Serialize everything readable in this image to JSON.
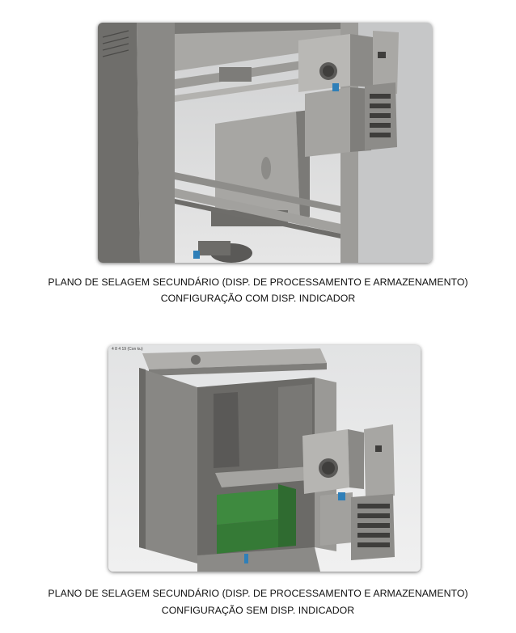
{
  "figures": [
    {
      "caption_line1": "PLANO DE SELAGEM SECUNDÁRIO (DISP. DE PROCESSAMENTO E ARMAZENAMENTO)",
      "caption_line2": "CONFIGURAÇÃO COM DISP. INDICADOR"
    },
    {
      "caption_line1": "PLANO DE SELAGEM SECUNDÁRIO (DISP. DE PROCESSAMENTO E ARMAZENAMENTO)",
      "caption_line2": "CONFIGURAÇÃO SEM DISP. INDICADOR",
      "viewport_label": "4 8 4 19 (Con ku)"
    }
  ],
  "colors": {
    "background": "#d9dadb",
    "metal": "#8f8e8c",
    "metal_dark": "#5f5e5b",
    "metal_light": "#bdbcb9",
    "green_part": "#3e8a3f",
    "blue_part": "#2f7fb8"
  }
}
